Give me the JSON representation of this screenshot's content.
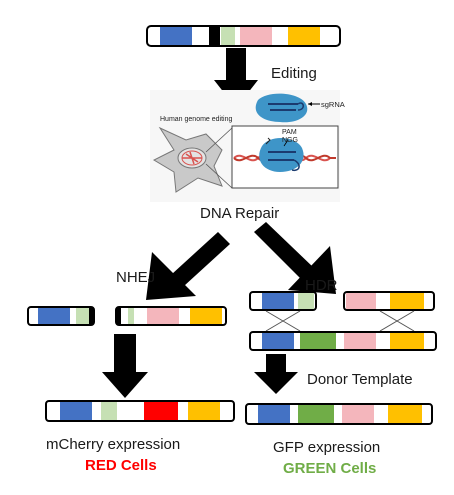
{
  "labels": {
    "editing": "Editing",
    "sgrna": "sgRNA",
    "human_genome_editing": "Human genome editing",
    "pam": "PAM",
    "ngg": "NGG",
    "dna_repair": "DNA Repair",
    "nhej": "NHEJ",
    "hdr": "HDR",
    "donor_template": "Donor Template",
    "mcherry_expression": "mCherry expression",
    "red_cells": "RED Cells",
    "gfp_expression": "GFP expression",
    "green_cells": "GREEN Cells"
  },
  "colors": {
    "blue": "#4472C4",
    "light_green": "#C6E0B4",
    "pink": "#F4B6BC",
    "gold": "#FFC000",
    "red": "#FF0000",
    "green": "#70AD47",
    "red_text": "#FF0000",
    "green_text": "#70AD47",
    "black": "#000000",
    "cas9_blue": "#3E95C8",
    "dna_red": "#D9534F"
  }
}
